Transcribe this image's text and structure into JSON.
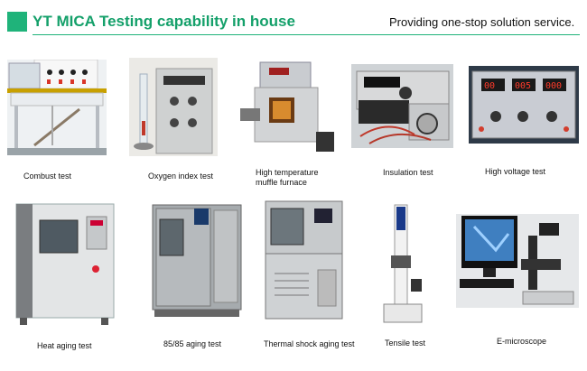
{
  "header": {
    "title": "YT MICA Testing capability in house",
    "tagline": "Providing one-stop solution service."
  },
  "colors": {
    "accent": "#1fb37a",
    "title": "#14a06a"
  },
  "tests": [
    {
      "label": "Combust test"
    },
    {
      "label": "Oxygen index test"
    },
    {
      "label_line1": "High temperature",
      "label_line2": "muffle furnace"
    },
    {
      "label": "Insulation test"
    },
    {
      "label": "High voltage test"
    },
    {
      "label": "Heat aging test"
    },
    {
      "label": "85/85 aging test"
    },
    {
      "label": "Thermal shock aging test"
    },
    {
      "label": "Tensile test"
    },
    {
      "label": "E-microscope"
    }
  ]
}
